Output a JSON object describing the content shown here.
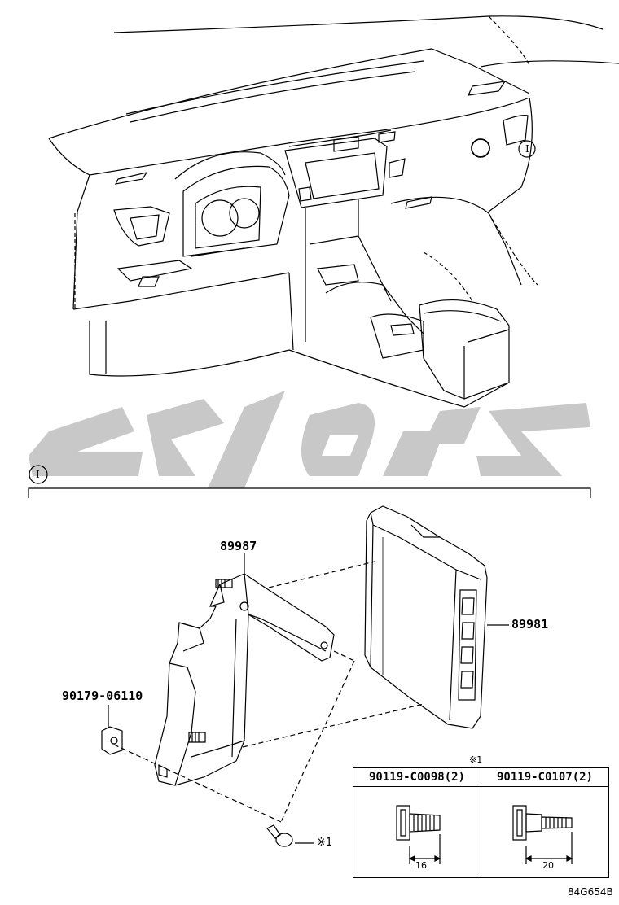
{
  "callout_marker": "I",
  "section_marker": "I",
  "watermark_icon": "persian-logo-watermark",
  "watermark_color": "#c8c8c8",
  "parts": {
    "bracket": "89987",
    "ecu": "89981",
    "nut": "90179-06110",
    "bolt_ref": "※1"
  },
  "bolt_table": {
    "ref": "※1",
    "columns": [
      {
        "part": "90119-C0098",
        "qty": "(2)",
        "dimension": "16"
      },
      {
        "part": "90119-C0107",
        "qty": "(2)",
        "dimension": "20"
      }
    ]
  },
  "drawing_code": "84G654B"
}
